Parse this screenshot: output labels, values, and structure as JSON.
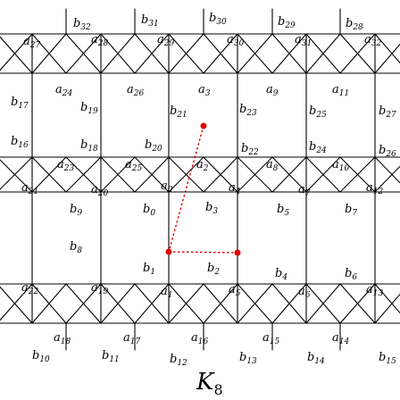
{
  "caption": {
    "base": "K",
    "sub": "8"
  },
  "colors": {
    "lines": "#000000",
    "path": "#e00000"
  },
  "labels": [
    {
      "name": "b32",
      "base": "b",
      "sub": "32"
    },
    {
      "name": "b31",
      "base": "b",
      "sub": "31"
    },
    {
      "name": "b30",
      "base": "b",
      "sub": "30"
    },
    {
      "name": "b29",
      "base": "b",
      "sub": "29"
    },
    {
      "name": "b28",
      "base": "b",
      "sub": "28"
    },
    {
      "name": "a27",
      "base": "a",
      "sub": "27"
    },
    {
      "name": "a28",
      "base": "a",
      "sub": "28"
    },
    {
      "name": "a29",
      "base": "a",
      "sub": "29"
    },
    {
      "name": "a30",
      "base": "a",
      "sub": "30"
    },
    {
      "name": "a31",
      "base": "a",
      "sub": "31"
    },
    {
      "name": "a32",
      "base": "a",
      "sub": "32"
    },
    {
      "name": "a3",
      "base": "a",
      "sub": "3"
    },
    {
      "name": "a24",
      "base": "a",
      "sub": "24"
    },
    {
      "name": "a26",
      "base": "a",
      "sub": "26"
    },
    {
      "name": "a9",
      "base": "a",
      "sub": "9"
    },
    {
      "name": "a11",
      "base": "a",
      "sub": "11"
    },
    {
      "name": "b17",
      "base": "b",
      "sub": "17"
    },
    {
      "name": "b19",
      "base": "b",
      "sub": "19"
    },
    {
      "name": "b21",
      "base": "b",
      "sub": "21"
    },
    {
      "name": "b23",
      "base": "b",
      "sub": "23"
    },
    {
      "name": "b25",
      "base": "b",
      "sub": "25"
    },
    {
      "name": "b27",
      "base": "b",
      "sub": "27"
    },
    {
      "name": "b16",
      "base": "b",
      "sub": "16"
    },
    {
      "name": "b18",
      "base": "b",
      "sub": "18"
    },
    {
      "name": "b20",
      "base": "b",
      "sub": "20"
    },
    {
      "name": "b22",
      "base": "b",
      "sub": "22"
    },
    {
      "name": "b24",
      "base": "b",
      "sub": "24"
    },
    {
      "name": "b26",
      "base": "b",
      "sub": "26"
    },
    {
      "name": "a23",
      "base": "a",
      "sub": "23"
    },
    {
      "name": "a25",
      "base": "a",
      "sub": "25"
    },
    {
      "name": "a2",
      "base": "a",
      "sub": "2"
    },
    {
      "name": "a8",
      "base": "a",
      "sub": "8"
    },
    {
      "name": "a10",
      "base": "a",
      "sub": "10"
    },
    {
      "name": "a21",
      "base": "a",
      "sub": "21"
    },
    {
      "name": "a20",
      "base": "a",
      "sub": "20"
    },
    {
      "name": "a0",
      "base": "a",
      "sub": "0"
    },
    {
      "name": "a4",
      "base": "a",
      "sub": "4"
    },
    {
      "name": "a7",
      "base": "a",
      "sub": "7"
    },
    {
      "name": "a12",
      "base": "a",
      "sub": "12"
    },
    {
      "name": "b9",
      "base": "b",
      "sub": "9"
    },
    {
      "name": "b0",
      "base": "b",
      "sub": "0"
    },
    {
      "name": "b3",
      "base": "b",
      "sub": "3"
    },
    {
      "name": "b5",
      "base": "b",
      "sub": "5"
    },
    {
      "name": "b7",
      "base": "b",
      "sub": "7"
    },
    {
      "name": "b8",
      "base": "b",
      "sub": "8"
    },
    {
      "name": "b1",
      "base": "b",
      "sub": "1"
    },
    {
      "name": "b2",
      "base": "b",
      "sub": "2"
    },
    {
      "name": "b4",
      "base": "b",
      "sub": "4"
    },
    {
      "name": "b6",
      "base": "b",
      "sub": "6"
    },
    {
      "name": "a22",
      "base": "a",
      "sub": "22"
    },
    {
      "name": "a19",
      "base": "a",
      "sub": "19"
    },
    {
      "name": "a1",
      "base": "a",
      "sub": "1"
    },
    {
      "name": "a5",
      "base": "a",
      "sub": "5"
    },
    {
      "name": "a6",
      "base": "a",
      "sub": "6"
    },
    {
      "name": "a13",
      "base": "a",
      "sub": "13"
    },
    {
      "name": "a18",
      "base": "a",
      "sub": "18"
    },
    {
      "name": "a17",
      "base": "a",
      "sub": "17"
    },
    {
      "name": "a16",
      "base": "a",
      "sub": "16"
    },
    {
      "name": "a15",
      "base": "a",
      "sub": "15"
    },
    {
      "name": "a14",
      "base": "a",
      "sub": "14"
    },
    {
      "name": "b10",
      "base": "b",
      "sub": "10"
    },
    {
      "name": "b11",
      "base": "b",
      "sub": "11"
    },
    {
      "name": "b12",
      "base": "b",
      "sub": "12"
    },
    {
      "name": "b13",
      "base": "b",
      "sub": "13"
    },
    {
      "name": "b14",
      "base": "b",
      "sub": "14"
    },
    {
      "name": "b15",
      "base": "b",
      "sub": "15"
    }
  ]
}
